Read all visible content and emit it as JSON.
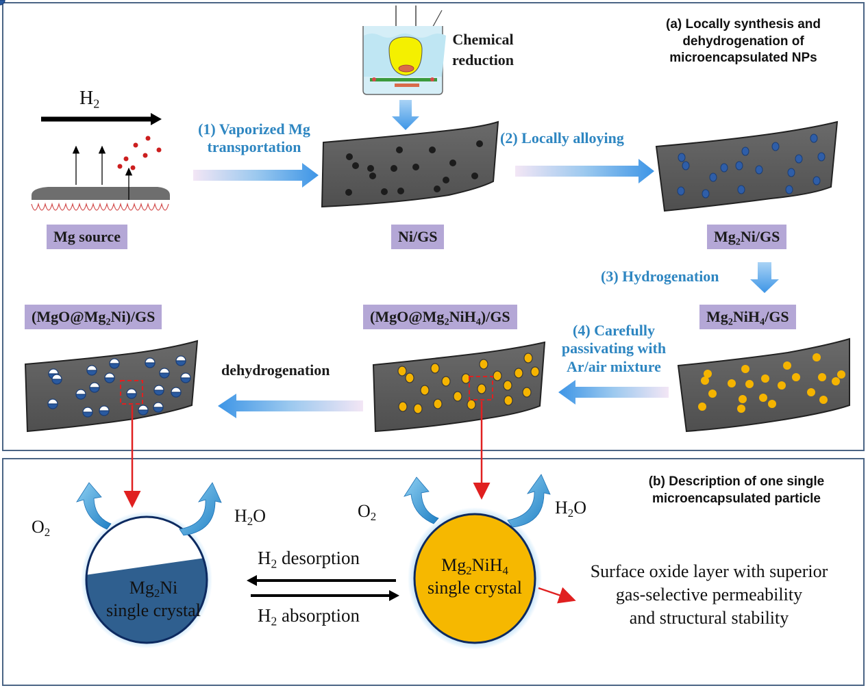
{
  "panel_a": {
    "heading_line1": "(a) Locally synthesis and",
    "heading_line2": "dehydrogenation of",
    "heading_line3": "microencapsulated NPs",
    "h2_label": "H",
    "h2_sub": "2",
    "chemical_reduction_line1": "Chemical",
    "chemical_reduction_line2": "reduction",
    "step1_line1": "(1) Vaporized Mg",
    "step1_line2": "transportation",
    "step2": "(2) Locally alloying",
    "step3": "(3) Hydrogenation",
    "step4_line1": "(4) Carefully",
    "step4_line2": "passivating with",
    "step4_line3": "Ar/air mixture",
    "dehydrogenation": "dehydrogenation",
    "mg_source": "Mg source",
    "ni_gs": "Ni/GS",
    "mg2ni_gs": {
      "a": "Mg",
      "s1": "2",
      "b": "Ni/GS"
    },
    "mg2nih4_gs": {
      "a": "Mg",
      "s1": "2",
      "b": "NiH",
      "s2": "4",
      "c": "/GS"
    },
    "mgo_mg2nih4_gs": {
      "a": "(MgO@Mg",
      "s1": "2",
      "b": "NiH",
      "s2": "4",
      "c": ")/GS"
    },
    "mgo_mg2ni_gs": {
      "a": "(MgO@Mg",
      "s1": "2",
      "b": "Ni)/GS"
    }
  },
  "panel_b": {
    "heading_line1": "(b) Description of one single",
    "heading_line2": "microencapsulated particle",
    "o2": {
      "a": "O",
      "s": "2"
    },
    "h2o": {
      "a": "H",
      "s": "2",
      "b": "O"
    },
    "left_particle": {
      "a": "Mg",
      "s": "2",
      "b": "Ni",
      "line2": "single crystal"
    },
    "right_particle": {
      "a": "Mg",
      "s1": "2",
      "b": "NiH",
      "s2": "4",
      "line2": "single crystal"
    },
    "desorption": {
      "a": "H",
      "s": "2",
      "b": " desorption"
    },
    "absorption": {
      "a": "H",
      "s": "2",
      "b": " absorption"
    },
    "surface_line1": "Surface oxide layer with superior",
    "surface_line2": "gas-selective permeability",
    "surface_line3": "and structural stability"
  },
  "colors": {
    "border": "#4a6484",
    "step_text": "#2e86c1",
    "label_bg": "#b4a7d6",
    "sheet": "#5b5b5b",
    "ni_dot": "#1c1c1c",
    "mg2ni_dot": "#2f5ea8",
    "hydride_dot": "#f5b400",
    "particle_blue": "#2f5f8f",
    "particle_gold": "#f6b800",
    "red_arrow": "#e02020",
    "mg_vapor": "#cc1f1f"
  }
}
